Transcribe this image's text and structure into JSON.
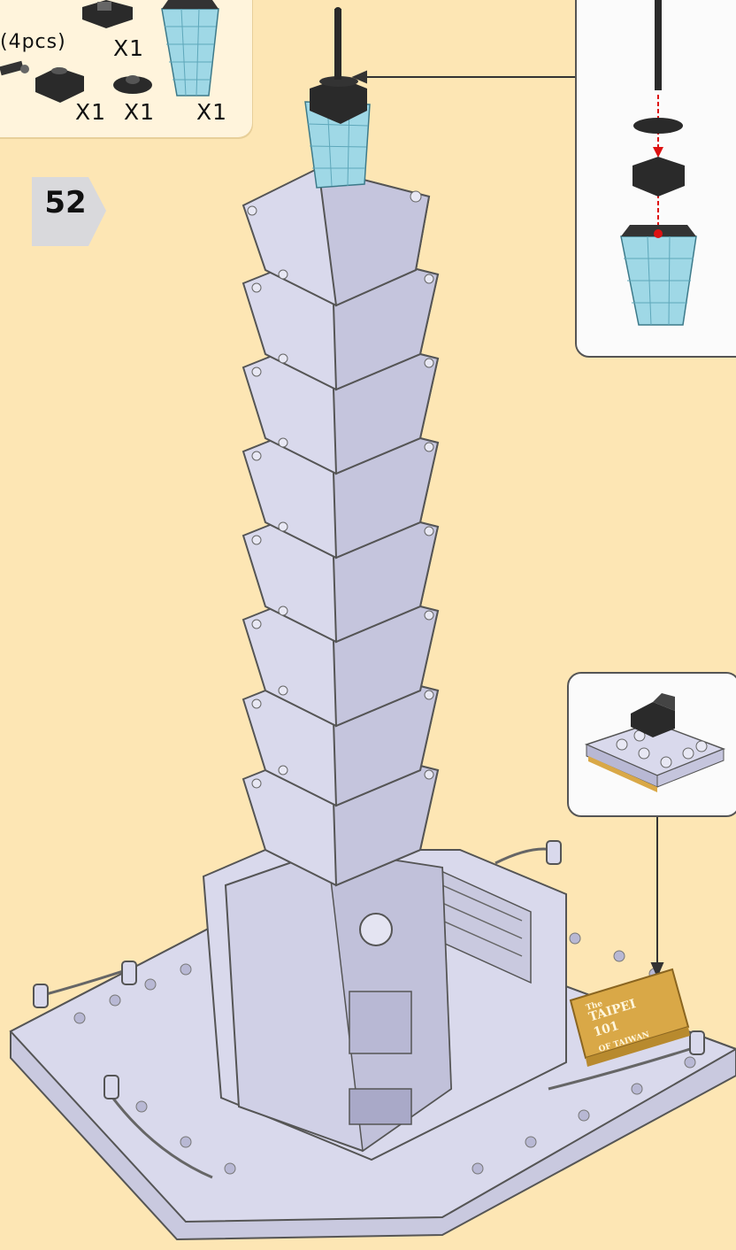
{
  "step": {
    "number": "52"
  },
  "parts_list": {
    "quantities": {
      "pin_4pcs": "(4pcs)",
      "dark_bracket": "X1",
      "dark_brick": "X1",
      "round_plate": "X1",
      "glass_top": "X1",
      "row1_dark": "X1"
    }
  },
  "sign": {
    "lines": [
      "The",
      "TAIPEI",
      "101",
      "OF TAIWAN"
    ]
  },
  "colors": {
    "background": "#fde6b4",
    "panel": "#fff4dc",
    "tower": "#d9d9ec",
    "tower_shade": "#b8b8d4",
    "glass": "#9fd8e6",
    "dark_part": "#2a2a2a",
    "sign": "#d9a847"
  },
  "icons": [
    "pin-icon",
    "dark-bracket-icon",
    "dark-brick-icon",
    "round-plate-icon",
    "glass-top-icon"
  ]
}
